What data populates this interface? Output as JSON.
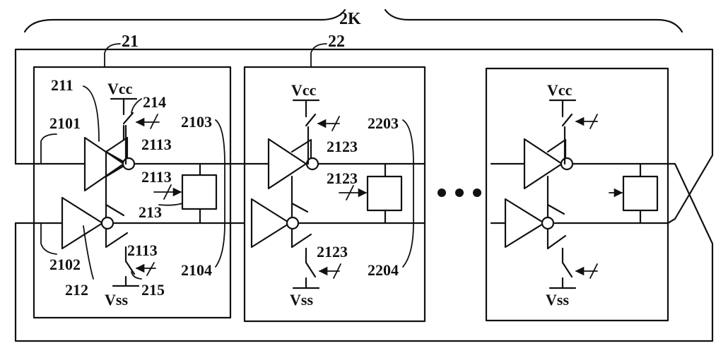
{
  "labels": {
    "group": "2K",
    "cell1": "21",
    "cell2": "22",
    "l211": "211",
    "l212": "212",
    "l2101": "2101",
    "l2102": "2102",
    "l2103": "2103",
    "l2104": "2104",
    "l2113a": "2113",
    "l2113b": "2113",
    "l2113c": "2113",
    "l213": "213",
    "l214": "214",
    "l215": "215",
    "l2203": "2203",
    "l2204": "2204",
    "l2123a": "2123",
    "l2123b": "2123",
    "l2123c": "2123",
    "vcc1": "Vcc",
    "vcc2": "Vcc",
    "vcc3": "Vcc",
    "vss1": "Vss",
    "vss2": "Vss",
    "vss3": "Vss"
  }
}
